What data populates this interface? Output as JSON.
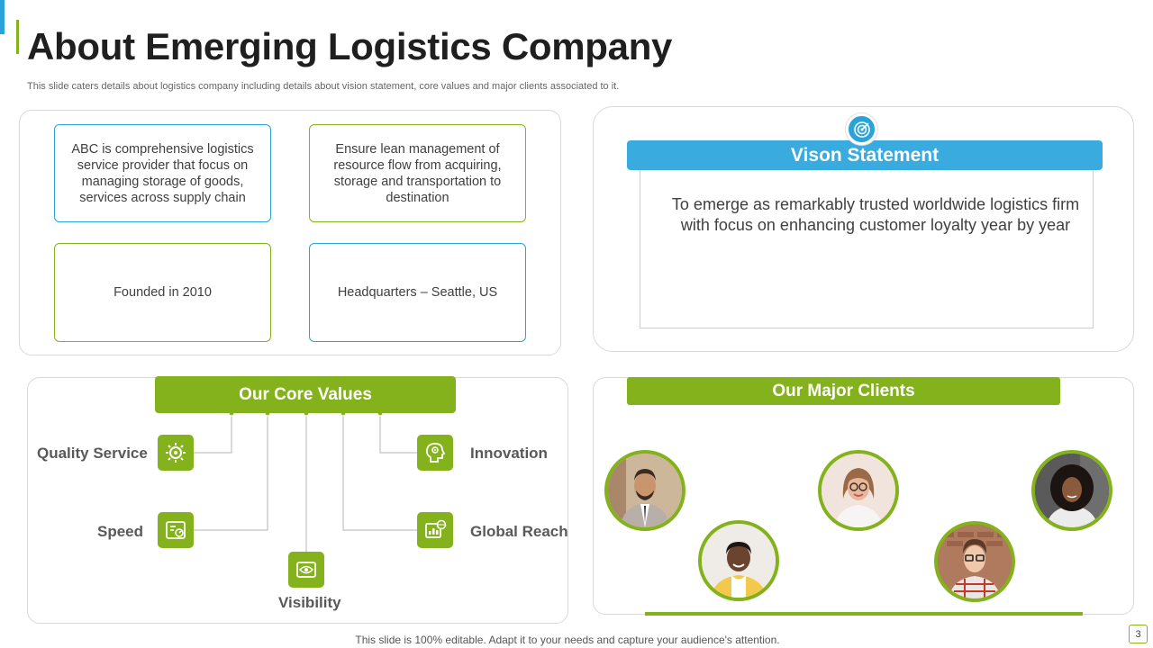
{
  "slide": {
    "title": "About Emerging Logistics Company",
    "subtitle": "This slide caters details about logistics company including details about vision statement, core values and major clients associated to it.",
    "footer": "This slide is 100% editable. Adapt it to your needs and capture your audience's attention.",
    "page_number": "3"
  },
  "colors": {
    "accent_green": "#84b21c",
    "accent_blue": "#29a3d9"
  },
  "info_boxes": [
    {
      "text": "ABC is comprehensive logistics service provider that focus on managing storage of goods, services across supply chain",
      "border": "blue"
    },
    {
      "text": "Ensure lean management of resource flow from acquiring, storage and transportation to destination",
      "border": "green"
    },
    {
      "text": "Founded in 2010",
      "border": "green"
    },
    {
      "text": "Headquarters – Seattle, US",
      "border": "blue"
    }
  ],
  "vision": {
    "heading": "Vison Statement",
    "text": "To emerge as remarkably trusted worldwide logistics firm with focus on enhancing customer loyalty   year by year",
    "icon": "target-icon"
  },
  "core_values": {
    "heading": "Our Core Values",
    "items": [
      {
        "label": "Quality  Service",
        "icon": "quality-gear-icon"
      },
      {
        "label": "Speed",
        "icon": "speed-icon"
      },
      {
        "label": "Visibility",
        "icon": "eye-icon"
      },
      {
        "label": "Global Reach",
        "icon": "global-chart-icon"
      },
      {
        "label": "Innovation",
        "icon": "innovation-head-icon"
      }
    ]
  },
  "clients": {
    "heading": "Our Major Clients",
    "avatars": [
      "client-avatar-man-suit",
      "client-avatar-woman-smiling",
      "client-avatar-woman-glasses",
      "client-avatar-man-glasses",
      "client-avatar-woman-curly-hair"
    ]
  }
}
